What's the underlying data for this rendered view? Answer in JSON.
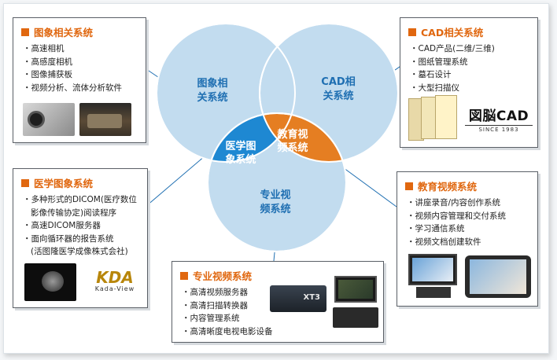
{
  "colors": {
    "circle": "#c2dcef",
    "circle_text": "#1f6fb2",
    "medical_lens": "#1e88d2",
    "education_lens": "#e57e22",
    "accent": "#e0670f"
  },
  "venn": {
    "image_circle": [
      "图象相",
      "关系统"
    ],
    "cad_circle": [
      "CAD相",
      "关系统"
    ],
    "video_circle": [
      "专业视",
      "频系统"
    ],
    "medical_lens": [
      "医学图",
      "象系统"
    ],
    "education_lens": [
      "教育视",
      "频系统"
    ]
  },
  "boxes": {
    "image": {
      "title": "图象相关系统",
      "items": [
        "高速相机",
        "高感度相机",
        "图像捕获板",
        "视频分析、流体分析软件"
      ],
      "icons": [
        "camera-icon",
        "van-icon"
      ]
    },
    "cad": {
      "title": "CAD相关系统",
      "items": [
        "CAD产品(二维/三维)",
        "图纸管理系统",
        "墓石设计",
        "大型扫描仪"
      ],
      "logo_text": "図脳CAD",
      "logo_sub": "SINCE 1983",
      "icons": [
        "software-box-icon"
      ]
    },
    "medical": {
      "title": "医学图象系统",
      "items": [
        "多种形式的DICOM(医疗数位",
        "影像传输协定)阅读程序",
        "高速DICOM服务器",
        "面向循环器的报告系统",
        "(活图隆医学成像株式会社)"
      ],
      "logo_text": "Kada-View",
      "icons": [
        "medical-scan-icon"
      ]
    },
    "education": {
      "title": "教育视频系统",
      "items": [
        "讲座录音/内容创作系统",
        "视频内容管理和交付系统",
        "学习通信系统",
        "视频文档创建软件"
      ],
      "icons": [
        "monitor-icon",
        "tablet-icon"
      ]
    },
    "video": {
      "title": "专业视频系统",
      "items": [
        "高清视频服务器",
        "高清扫描转换器",
        "内容管理系统",
        "高清晰度电视电影设备"
      ],
      "device_label": "XT3",
      "icons": [
        "server-icon",
        "workstation-icon"
      ]
    }
  }
}
